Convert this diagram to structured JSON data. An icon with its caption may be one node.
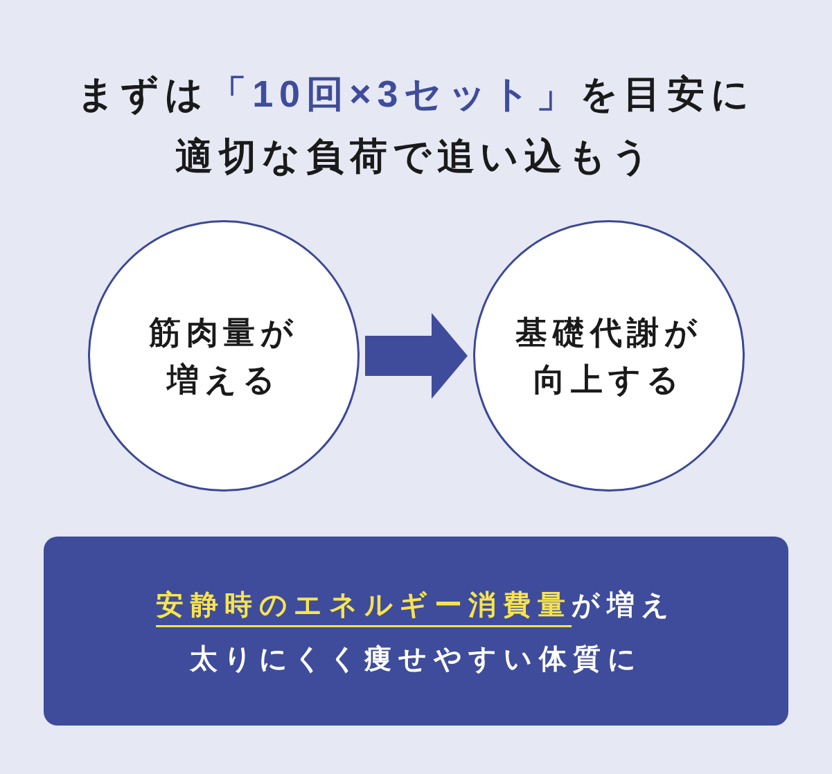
{
  "diagram": {
    "title": "まずは**「10回×3セット」**を目安に適切な負荷で追い込もう",
    "nodes": [
      {
        "text": [
          "筋肉量が増える"
        ]
      },
      {
        "text": [
          "基礎代謝が向上する"
        ]
      },
      {
        "text": [
          "**安静時のエネルギー消費量**が増え太りにくく痩せやすい体質に"
        ]
      }
    ],
    "edges": [
      {
        "from": 0,
        "to": 1,
        "arrow": "to"
      }
    ]
  }
}
